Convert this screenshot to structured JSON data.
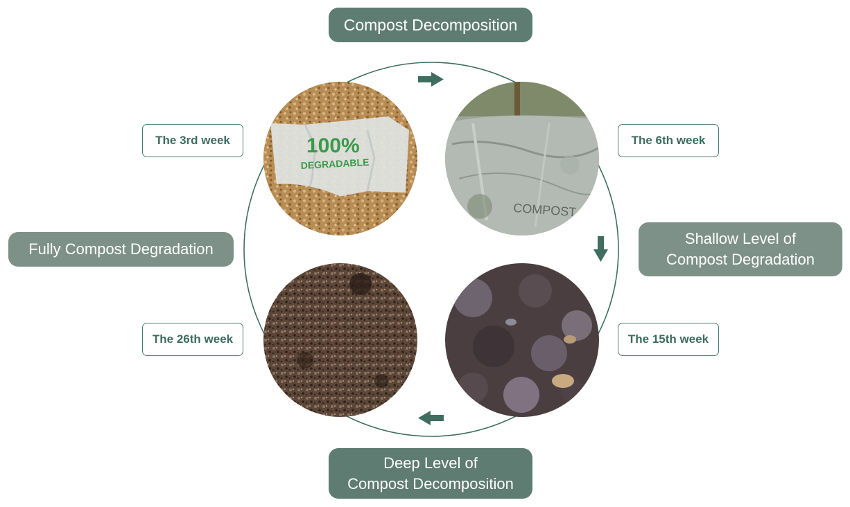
{
  "stages": {
    "top": "Compost Decomposition",
    "right_line1": "Shallow Level of",
    "right_line2": "Compost Degradation",
    "bottom_line1": "Deep Level of",
    "bottom_line2": "Compost Decomposition",
    "left": "Fully Compost Degradation"
  },
  "weeks": {
    "w3": "The 3rd week",
    "w6": "The 6th week",
    "w15": "The 15th week",
    "w26": "The 26th week"
  },
  "photo_text": {
    "bag_line1": "100%",
    "bag_line2": "DEGRADABLE",
    "worn_bag": "COMPOST"
  },
  "colors": {
    "box_dark": "#5e7c72",
    "box_light": "#7e9189",
    "accent": "#3f6e60",
    "label_border": "#4b7a6c"
  }
}
